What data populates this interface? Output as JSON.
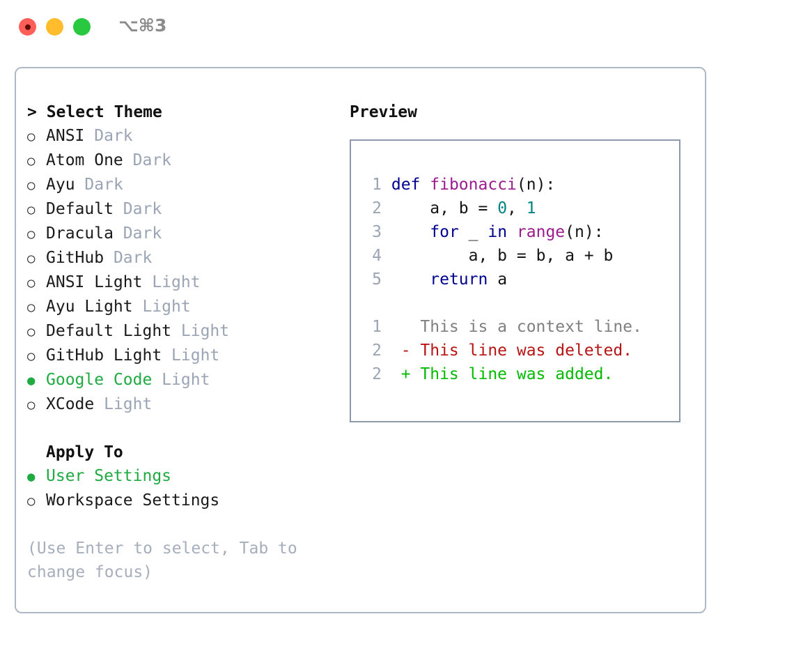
{
  "titlebar": {
    "shortcut": "⌥⌘3",
    "lights": [
      "close",
      "minimize",
      "maximize"
    ]
  },
  "theme_picker": {
    "heading": "> Select Theme",
    "bullet_selected": "●",
    "bullet_unselected": "○",
    "items": [
      {
        "name": "ANSI",
        "variant": "Dark",
        "selected": false
      },
      {
        "name": "Atom One",
        "variant": "Dark",
        "selected": false
      },
      {
        "name": "Ayu",
        "variant": "Dark",
        "selected": false
      },
      {
        "name": "Default",
        "variant": "Dark",
        "selected": false
      },
      {
        "name": "Dracula",
        "variant": "Dark",
        "selected": false
      },
      {
        "name": "GitHub",
        "variant": "Dark",
        "selected": false
      },
      {
        "name": "ANSI Light",
        "variant": "Light",
        "selected": false
      },
      {
        "name": "Ayu Light",
        "variant": "Light",
        "selected": false
      },
      {
        "name": "Default Light",
        "variant": "Light",
        "selected": false
      },
      {
        "name": "GitHub Light",
        "variant": "Light",
        "selected": false
      },
      {
        "name": "Google Code",
        "variant": "Light",
        "selected": true
      },
      {
        "name": "XCode",
        "variant": "Light",
        "selected": false
      }
    ]
  },
  "apply_to": {
    "heading": "Apply To",
    "items": [
      {
        "name": "User Settings",
        "selected": true
      },
      {
        "name": "Workspace Settings",
        "selected": false
      }
    ]
  },
  "hint": "(Use Enter to select, Tab to change focus)",
  "preview": {
    "title": "Preview",
    "code_lines": [
      {
        "no": "1",
        "tokens": [
          {
            "t": "def",
            "c": "kw"
          },
          {
            "t": " ",
            "c": "pln"
          },
          {
            "t": "fibonacci",
            "c": "fn"
          },
          {
            "t": "(n):",
            "c": "pln"
          }
        ]
      },
      {
        "no": "2",
        "tokens": [
          {
            "t": "    a, b = ",
            "c": "pln"
          },
          {
            "t": "0",
            "c": "num"
          },
          {
            "t": ", ",
            "c": "pln"
          },
          {
            "t": "1",
            "c": "num"
          }
        ]
      },
      {
        "no": "3",
        "tokens": [
          {
            "t": "    ",
            "c": "pln"
          },
          {
            "t": "for",
            "c": "kw"
          },
          {
            "t": " _ ",
            "c": "pln"
          },
          {
            "t": "in",
            "c": "kw"
          },
          {
            "t": " ",
            "c": "pln"
          },
          {
            "t": "range",
            "c": "fn"
          },
          {
            "t": "(n):",
            "c": "pln"
          }
        ]
      },
      {
        "no": "4",
        "tokens": [
          {
            "t": "        a, b = b, a + b",
            "c": "pln"
          }
        ]
      },
      {
        "no": "5",
        "tokens": [
          {
            "t": "    ",
            "c": "pln"
          },
          {
            "t": "return",
            "c": "kw"
          },
          {
            "t": " a",
            "c": "pln"
          }
        ]
      }
    ],
    "diff_lines": [
      {
        "no": "1",
        "marker": " ",
        "text": "This is a context line.",
        "kind": "ctx"
      },
      {
        "no": "2",
        "marker": "-",
        "text": "This line was deleted.",
        "kind": "del"
      },
      {
        "no": "2",
        "marker": "+",
        "text": "This line was added.",
        "kind": "add"
      }
    ]
  },
  "colors": {
    "accent_green": "#1faa42",
    "muted_gray": "#9aa4b4",
    "hint_gray": "#a6aebb",
    "panel_border": "#aeb8c6",
    "preview_border": "#8d99ab",
    "keyword": "#00008f",
    "function": "#9b1b8e",
    "number": "#008484",
    "plain": "#141414",
    "diff_context": "#808080",
    "diff_deleted": "#b81414",
    "diff_added": "#00bb00",
    "light_close": "#ff5f57",
    "light_min": "#ffbd2e",
    "light_max": "#28c840"
  }
}
